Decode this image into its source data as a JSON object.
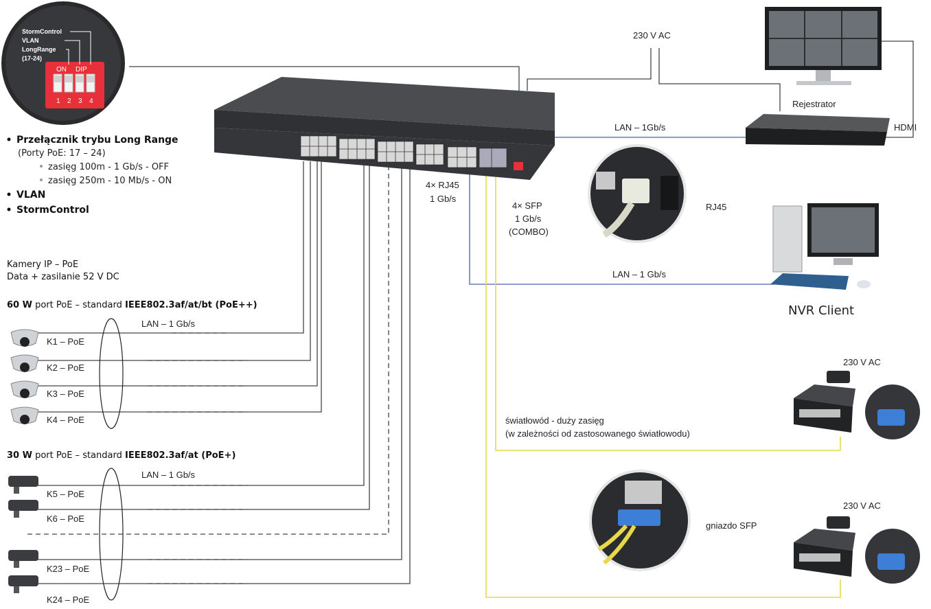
{
  "dip_switch": {
    "labels": [
      "StormControl",
      "VLAN",
      "LongRange",
      "(17-24)"
    ],
    "on": "ON",
    "dip": "DIP",
    "numbers": [
      "1",
      "2",
      "3",
      "4"
    ]
  },
  "features": {
    "long_range_title": "Przełącznik trybu Long Range",
    "ports_note": "(Porty PoE: 17 – 24)",
    "range_off": "zasięg 100m - 1 Gb/s - OFF",
    "range_on": "zasięg 250m - 10 Mb/s - ON",
    "vlan": "VLAN",
    "storm": "StormControl"
  },
  "cameras_intro": {
    "line1": "Kamery IP – PoE",
    "line2": "Data + zasilanie 52 V DC"
  },
  "group60": {
    "power": "60 W",
    "mid": " port PoE – standard ",
    "standard": "IEEE802.3af/at/bt (PoE++)",
    "lan": "LAN – 1 Gb/s",
    "cams": [
      "K1 – PoE",
      "K2 – PoE",
      "K3 – PoE",
      "K4 – PoE"
    ]
  },
  "group30": {
    "power": "30 W",
    "mid": " port PoE – standard ",
    "standard": "IEEE802.3af/at (PoE+)",
    "lan": "LAN – 1 Gb/s",
    "cams": [
      "K5 – PoE",
      "K6 – PoE",
      "K23 – PoE",
      "K24 – PoE"
    ]
  },
  "switch_ports": {
    "rj45": [
      "4× RJ45",
      "1 Gb/s"
    ],
    "sfp": [
      "4× SFP",
      "1 Gb/s",
      "(COMBO)"
    ]
  },
  "top": {
    "power": "230 V AC",
    "recorder": "Rejestrator",
    "hdmi": "HDMI",
    "lan_recorder": "LAN – 1Gb/s",
    "rj45_zoom": "RJ45",
    "lan_client": "LAN – 1 Gb/s",
    "nvr_client": "NVR Client"
  },
  "fiber": {
    "power1": "230 V AC",
    "power2": "230 V AC",
    "desc1": "światłowód - duży zasięg",
    "desc2": "(w zależności od zastosowanego światłowodu)",
    "sfp_socket": "gniazdo SFP"
  },
  "colors": {
    "wire": "#444444",
    "lan_blue": "#4a5fb0",
    "fiber_yellow": "#e8d84a",
    "dip_red": "#e8303a",
    "switch_body": "#3a3c40"
  }
}
